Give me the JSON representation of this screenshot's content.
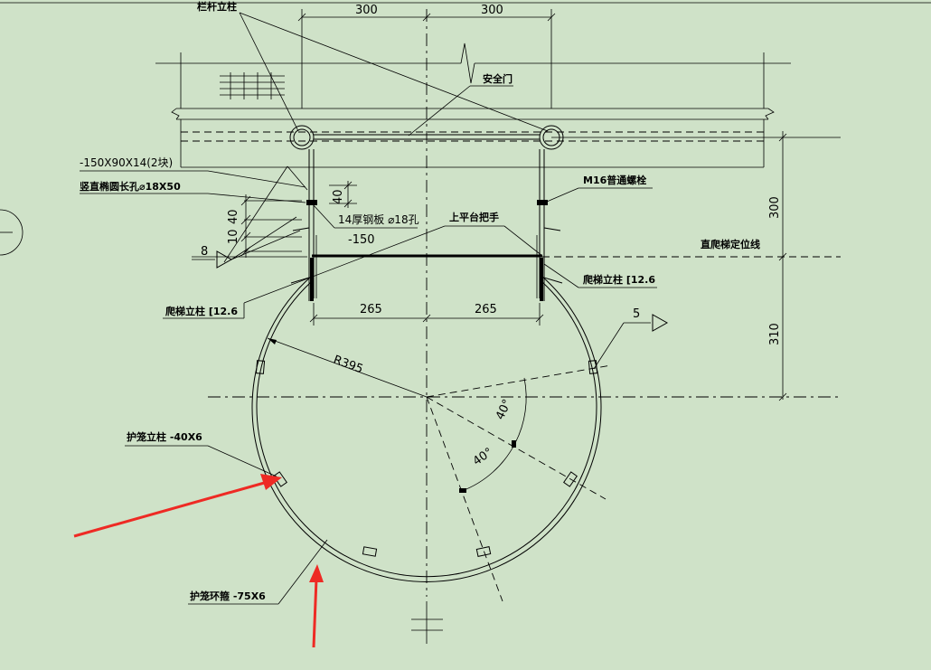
{
  "labels": {
    "railing_post": "栏杆立柱",
    "safety_door": "安全门",
    "plate_150": "-150X90X14(2块)",
    "vertical_hole": "竖直椭圆长孔⌀18X50",
    "plate_14": "14厚钢板 ⌀18孔",
    "m16_bolt": "M16普通螺栓",
    "upper_handrail": "上平台把手",
    "ladder_post_left": "爬梯立柱 [12.6",
    "ladder_post_right": "爬梯立柱 [12.6",
    "ladder_line": "直爬梯定位线",
    "cage_post": "护笼立柱 -40X6",
    "cage_hoop": "护笼环箍 -75X6",
    "radius": "R395",
    "angle_1": "40°",
    "angle_2": "40°",
    "minus_150": "-150"
  },
  "dims": {
    "top_left": "300",
    "top_right": "300",
    "vert_40a": "40",
    "vert_40b": "40",
    "vert_10": "10",
    "weld_8": "8",
    "weld_5": "5",
    "bottom_left": "265",
    "bottom_right": "265",
    "side_300": "300",
    "side_310": "310"
  },
  "colors": {
    "background": "#cfe2c8",
    "line": "#000000",
    "annotation_arrow": "#ee2a24"
  }
}
